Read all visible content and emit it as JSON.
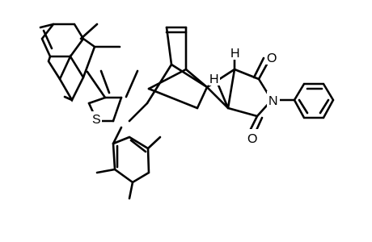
{
  "molecule": {
    "atom_labels": {
      "sulfur": "S",
      "nitrogen": "N",
      "oxygen_top": "O",
      "oxygen_bottom": "O",
      "hydrogen_right": "H",
      "hydrogen_left": "H"
    },
    "colors": {
      "bond": "#000000",
      "background": "#ffffff"
    }
  }
}
